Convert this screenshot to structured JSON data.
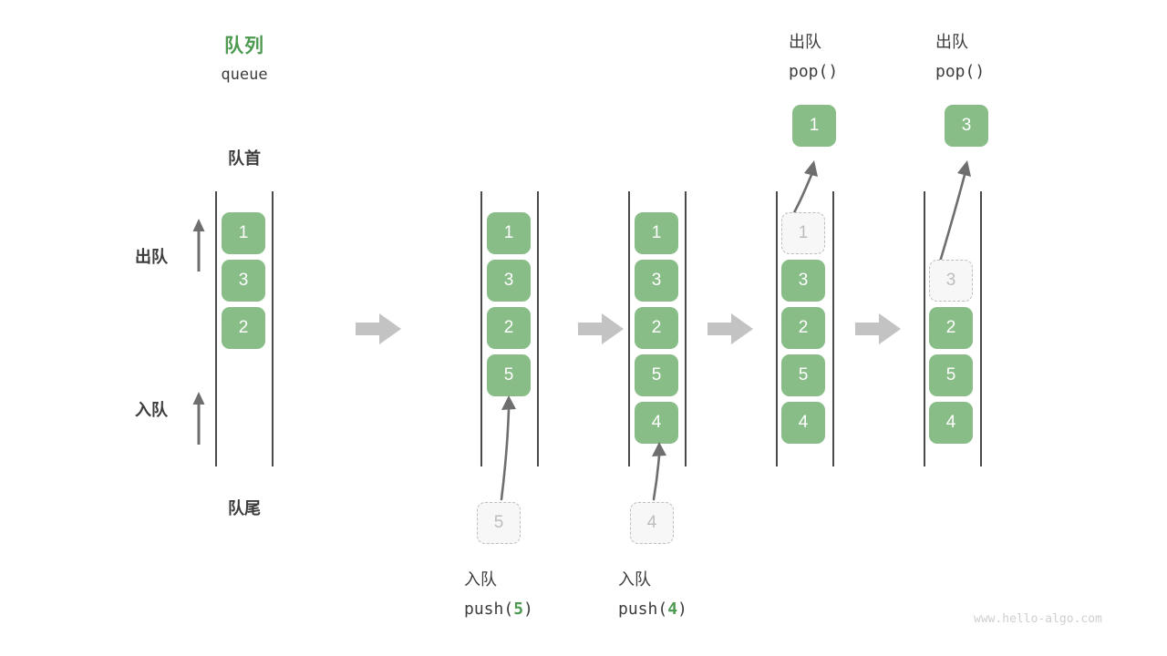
{
  "diagram": {
    "watermark": "www.hello-algo.com",
    "colors": {
      "accent_green": "#4e9a51",
      "cell_fill": "#88bd88",
      "cell_text": "#ffffff",
      "ghost_border": "#bdbdbd",
      "ghost_text": "#bdbdbd",
      "rail": "#4a4a4a",
      "step_arrow": "#c3c3c3",
      "thin_arrow": "#6e6e6e",
      "text": "#3c3c3c",
      "watermark": "#cfcfcf"
    },
    "title": {
      "cn": "队列",
      "en": "queue"
    },
    "labels": {
      "front": "队首",
      "rear": "队尾",
      "dequeue": "出队",
      "enqueue": "入队"
    },
    "steps": [
      {
        "id": "initial",
        "cells": [
          "1",
          "3",
          "2"
        ],
        "ghost_index": null,
        "caption_cn": null,
        "caption_code_prefix": null,
        "caption_code_value": null,
        "caption_code_suffix": null,
        "external_cell": null
      },
      {
        "id": "push-5",
        "cells": [
          "1",
          "3",
          "2",
          "5"
        ],
        "ghost_index": null,
        "caption_cn": "入队",
        "caption_code_prefix": "push(",
        "caption_code_value": "5",
        "caption_code_suffix": ")",
        "external_cell": "5"
      },
      {
        "id": "push-4",
        "cells": [
          "1",
          "3",
          "2",
          "5",
          "4"
        ],
        "ghost_index": null,
        "caption_cn": "入队",
        "caption_code_prefix": "push(",
        "caption_code_value": "4",
        "caption_code_suffix": ")",
        "external_cell": "4"
      },
      {
        "id": "pop-1",
        "cells": [
          "1",
          "3",
          "2",
          "5",
          "4"
        ],
        "ghost_index": 0,
        "caption_cn": "出队",
        "caption_code_prefix": "pop(",
        "caption_code_value": "",
        "caption_code_suffix": ")",
        "external_cell": "1"
      },
      {
        "id": "pop-3",
        "cells": [
          "",
          "3",
          "2",
          "5",
          "4"
        ],
        "ghost_index": 1,
        "caption_cn": "出队",
        "caption_code_prefix": "pop(",
        "caption_code_value": "",
        "caption_code_suffix": ")",
        "external_cell": "3"
      }
    ]
  }
}
